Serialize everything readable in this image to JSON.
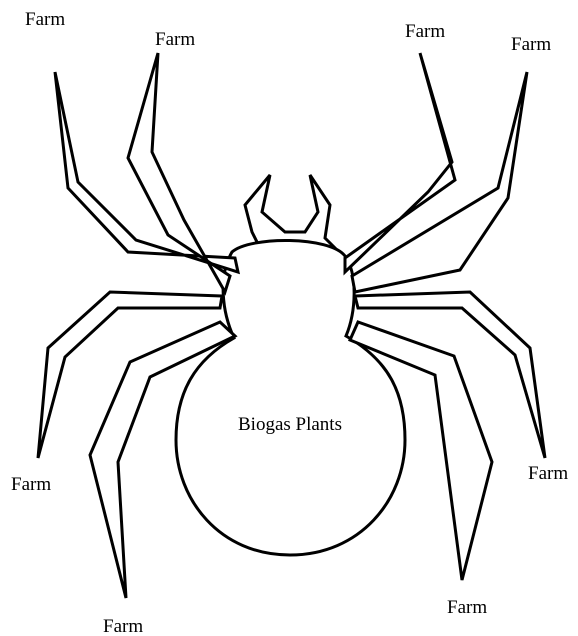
{
  "diagram": {
    "center": {
      "label": "Biogas Plants"
    },
    "legs": [
      {
        "label": "Farm"
      },
      {
        "label": "Farm"
      },
      {
        "label": "Farm"
      },
      {
        "label": "Farm"
      },
      {
        "label": "Farm"
      },
      {
        "label": "Farm"
      },
      {
        "label": "Farm"
      },
      {
        "label": "Farm"
      }
    ]
  },
  "colors": {
    "line": "#000000",
    "background": "#ffffff"
  }
}
